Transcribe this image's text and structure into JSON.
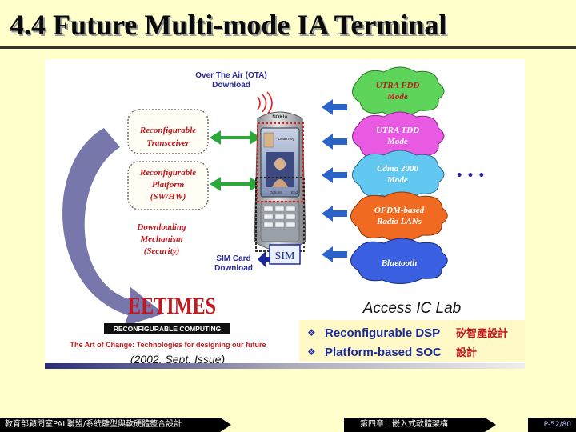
{
  "slide": {
    "title": "4.4 Future Multi-mode IA Terminal"
  },
  "diagram": {
    "left_labels": {
      "ota": [
        "Over The Air (OTA)",
        "Download"
      ],
      "transceiver": [
        "Reconfigurable",
        "Transceiver"
      ],
      "platform": [
        "Reconfigurable",
        "Platform",
        "(SW/HW)"
      ],
      "downloading": [
        "Downloading",
        "Mechanism",
        "(Security)"
      ],
      "simcard": [
        "SIM Card",
        "Download"
      ]
    },
    "phone": {
      "brand": "NOKIA",
      "screen_name": "Dean Rey",
      "softkey_left": "Options",
      "softkey_right": "End",
      "sim_label": "SIM"
    },
    "modes": [
      {
        "lines": [
          "UTRA FDD",
          "Mode"
        ],
        "color": "#5ed45a"
      },
      {
        "lines": [
          "UTRA TDD",
          "Mode"
        ],
        "color": "#e85ae2"
      },
      {
        "lines": [
          "Cdma 2000",
          "Mode"
        ],
        "color": "#62c8f2"
      },
      {
        "lines": [
          "OFDM-based",
          "Radio LANs"
        ],
        "color": "#f06a22"
      },
      {
        "lines": [
          "Bluetooth"
        ],
        "color": "#3a5fe0"
      }
    ],
    "ellipsis": "• • •",
    "eetimes": {
      "logo": "EETIMES",
      "banner": "RECONFIGURABLE COMPUTING",
      "subtitle": "The Art of Change: Technologies for designing our future",
      "issue": "(2002, Sept. Issue)"
    },
    "lab": {
      "name": "Access IC Lab",
      "bullets": [
        {
          "en": "Reconfigurable DSP",
          "zh": "矽智產設計"
        },
        {
          "en": "Platform-based SOC",
          "zh": "設計"
        }
      ]
    }
  },
  "footer": {
    "left": "教育部顧問室PAL聯盟/系統雛型與軟硬體整合設計",
    "middle": "第四章：嵌入式軟體架構",
    "page": "P-52/80"
  }
}
